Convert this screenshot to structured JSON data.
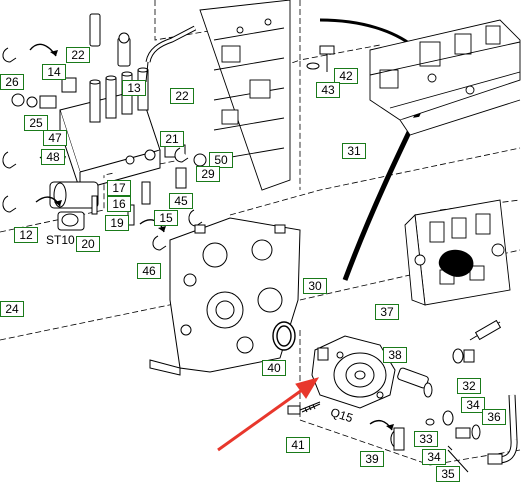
{
  "labels": [
    "22",
    "14",
    "13",
    "22",
    "26",
    "25",
    "47",
    "48",
    "17",
    "16",
    "19",
    "20",
    "12",
    "21",
    "50",
    "29",
    "45",
    "15",
    "46",
    "24",
    "42",
    "43",
    "31",
    "30",
    "37",
    "38",
    "40",
    "32",
    "34",
    "36",
    "41",
    "33",
    "39",
    "34",
    "35"
  ],
  "codes": [
    "ST10",
    "Q15"
  ],
  "colors": {
    "label_border": "#1a7a1a",
    "line": "#000000",
    "pointer_arrow": "#e8372c"
  }
}
